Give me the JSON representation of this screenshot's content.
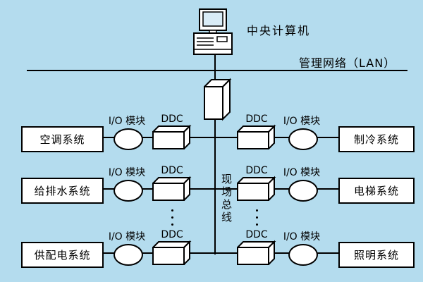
{
  "colors": {
    "background": "#b4dcee",
    "line": "#000000",
    "shape_fill": "#ffffff"
  },
  "computer": {
    "label": "中央计算机"
  },
  "lan": {
    "label": "管理网络（LAN）"
  },
  "bus": {
    "label": "现场总线"
  },
  "labels": {
    "io": "I/O 模块",
    "ddc": "DDC"
  },
  "rows": [
    {
      "left": "空调系统",
      "right": "制冷系统"
    },
    {
      "left": "给排水系统",
      "right": "电梯系统"
    },
    {
      "left": "供配电系统",
      "right": "照明系统"
    }
  ]
}
